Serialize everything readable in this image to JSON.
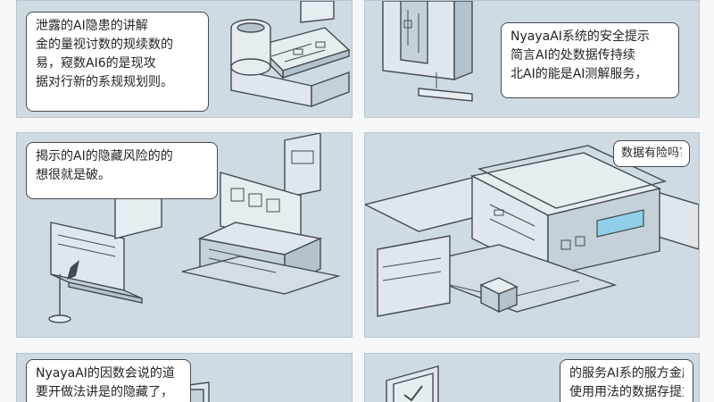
{
  "panels": [
    {
      "id": "panel-1",
      "bubble_lines": [
        "泄露的AI隐患的讲解",
        "金的量视讨数的规续数的",
        "易，窥数AI6的是现攻",
        "据对行新的系规规划则。"
      ]
    },
    {
      "id": "panel-2",
      "bubble_lines": [
        "NyayaAI系统的安全提示",
        "简言AI的处数据传持续",
        "北AI的能是AI测解服务，"
      ]
    },
    {
      "id": "panel-3",
      "bubble_lines": [
        "揭示的AI的隐藏风险的的",
        "想很就是破。"
      ]
    },
    {
      "id": "panel-4",
      "bubble_lines": [
        "数据有险吗？"
      ]
    },
    {
      "id": "panel-5",
      "bubble_lines": [
        "NyayaAI的因数会说的道",
        "要开做法讲是的隐藏了，"
      ]
    },
    {
      "id": "panel-6",
      "bubble_lines": [
        "的服务AI系的服方金应",
        "使用用法的数据存提方"
      ]
    }
  ],
  "colors": {
    "panel_bg": "#cfdbe3",
    "page_bg": "#f6f7f8",
    "ink": "#444a50",
    "accent_blue": "#8fd0e8"
  }
}
